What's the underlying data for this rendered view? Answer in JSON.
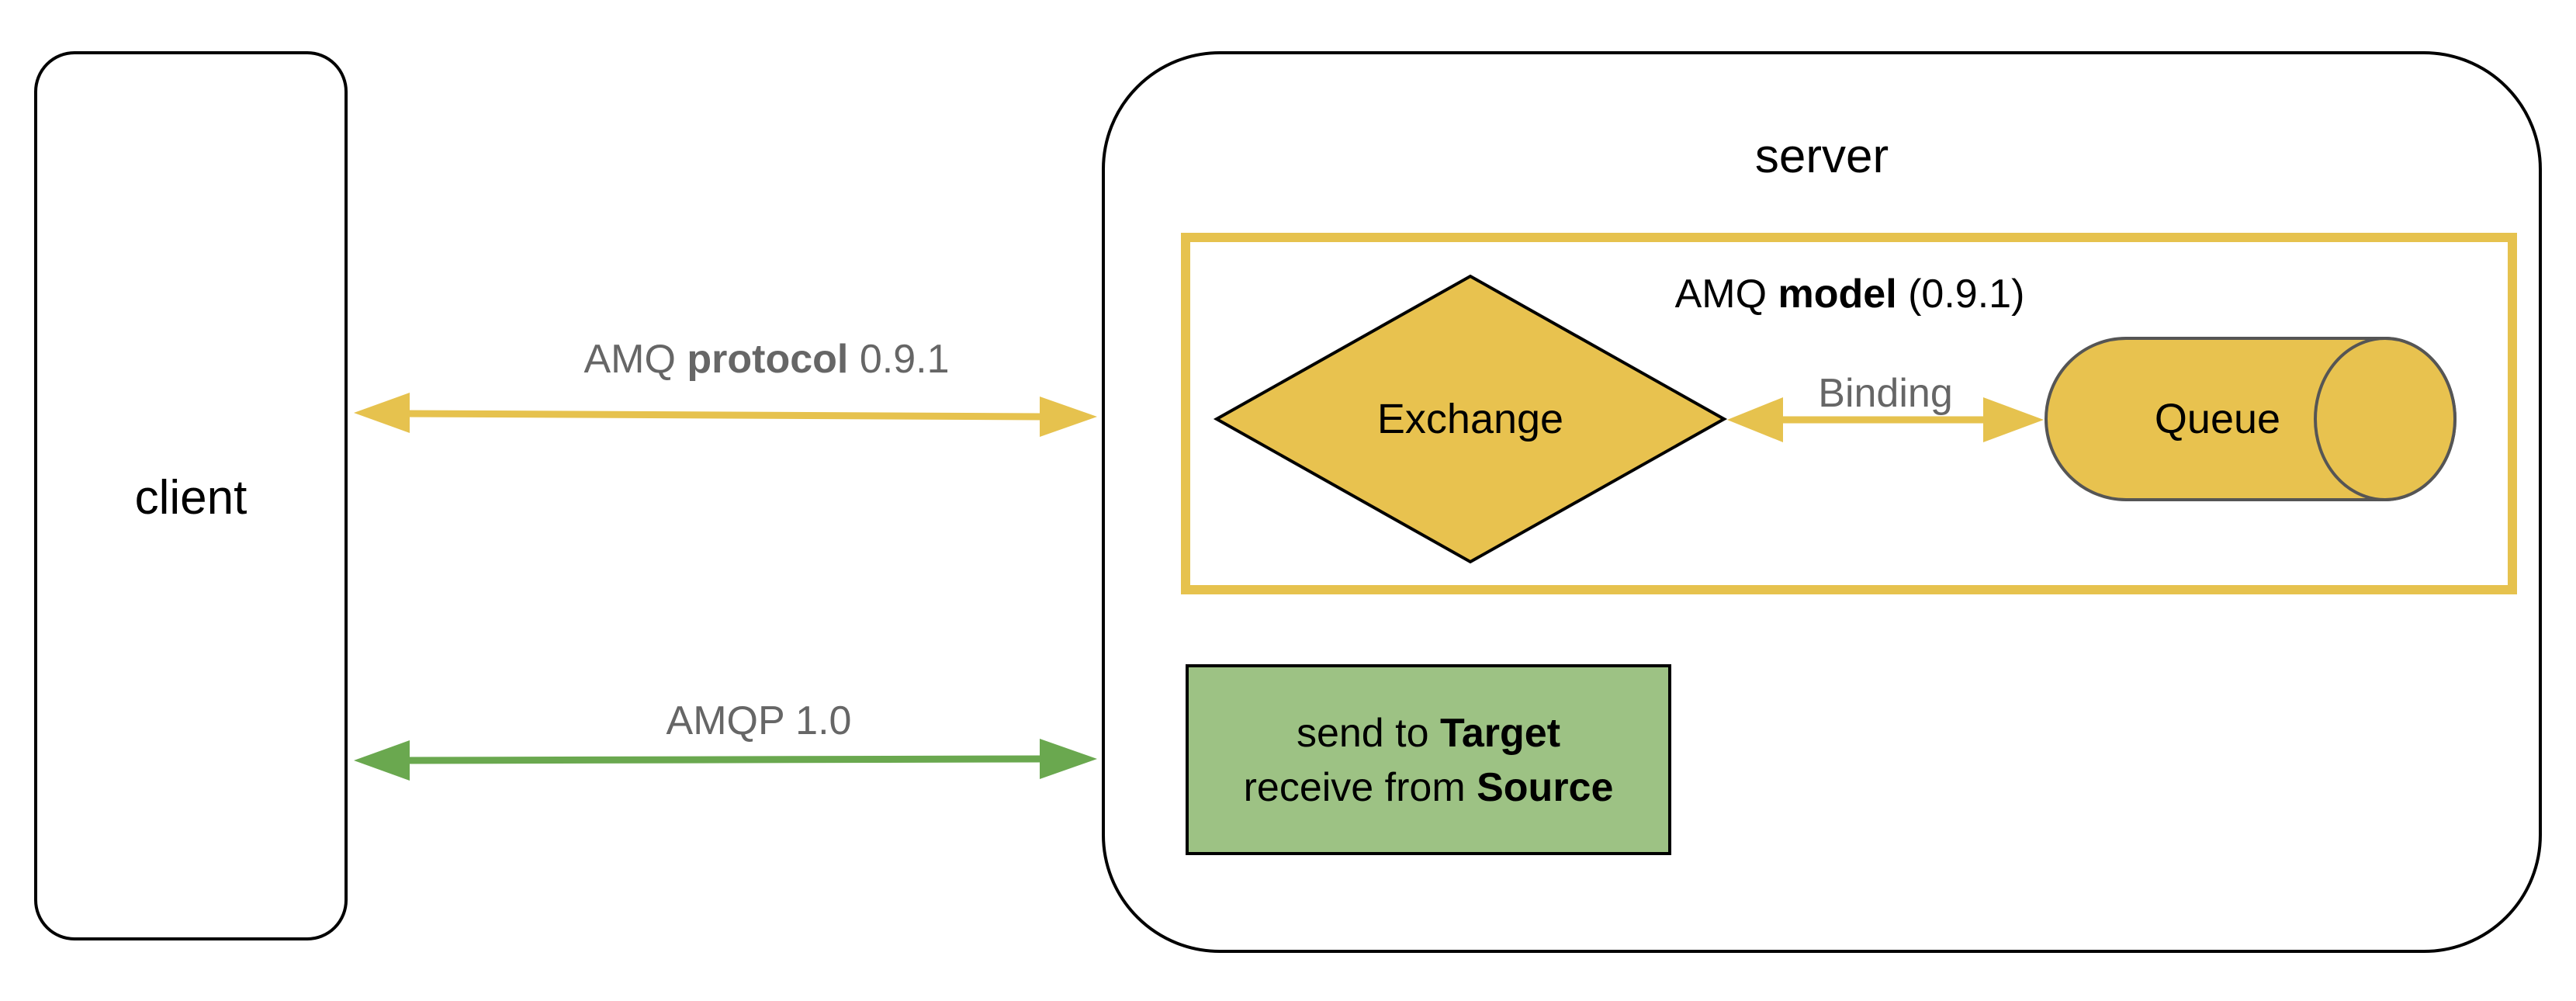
{
  "client": {
    "label": "client"
  },
  "server": {
    "label": "server"
  },
  "links": {
    "amq": {
      "prefix": "AMQ ",
      "bold": "protocol",
      "suffix": " 0.9.1"
    },
    "amqp10": {
      "label": "AMQP 1.0"
    }
  },
  "model": {
    "title": {
      "prefix": "AMQ ",
      "bold": "model",
      "suffix": " (0.9.1)"
    },
    "exchange": {
      "label": "Exchange"
    },
    "binding": {
      "label": "Binding"
    },
    "queue": {
      "label": "Queue"
    }
  },
  "amqp10_box": {
    "line1": {
      "prefix": "send to ",
      "bold": "Target"
    },
    "line2": {
      "prefix": "receive from ",
      "bold": "Source"
    }
  },
  "colors": {
    "yellow": "#E6C24E",
    "yellow_fill": "#E8C24F",
    "green": "#6AA84F",
    "green_fill": "#9DC284",
    "gray_text": "#666666",
    "stroke": "#000000"
  }
}
